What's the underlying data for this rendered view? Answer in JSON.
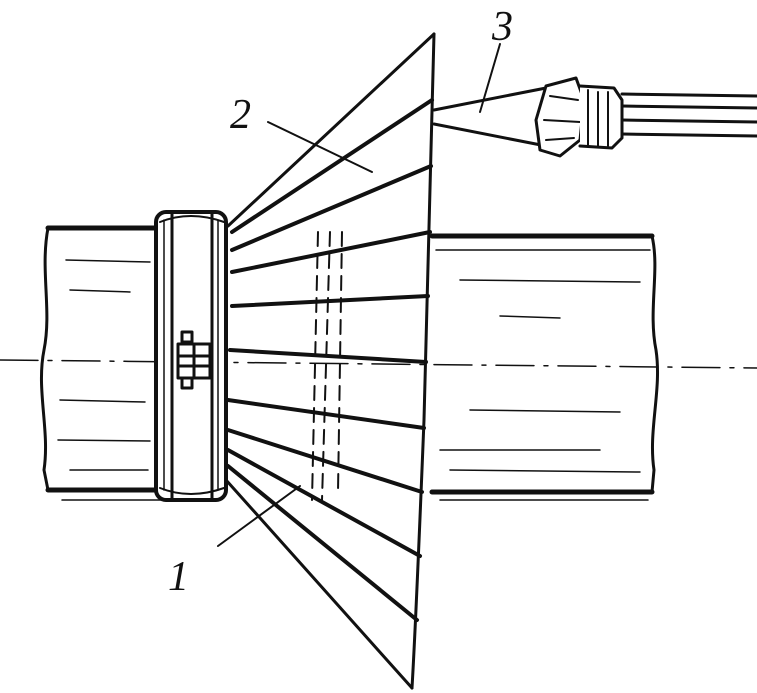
{
  "labels": {
    "one": "1",
    "two": "2",
    "three": "3"
  },
  "colors": {
    "ink": "#111111",
    "background": "#ffffff"
  }
}
